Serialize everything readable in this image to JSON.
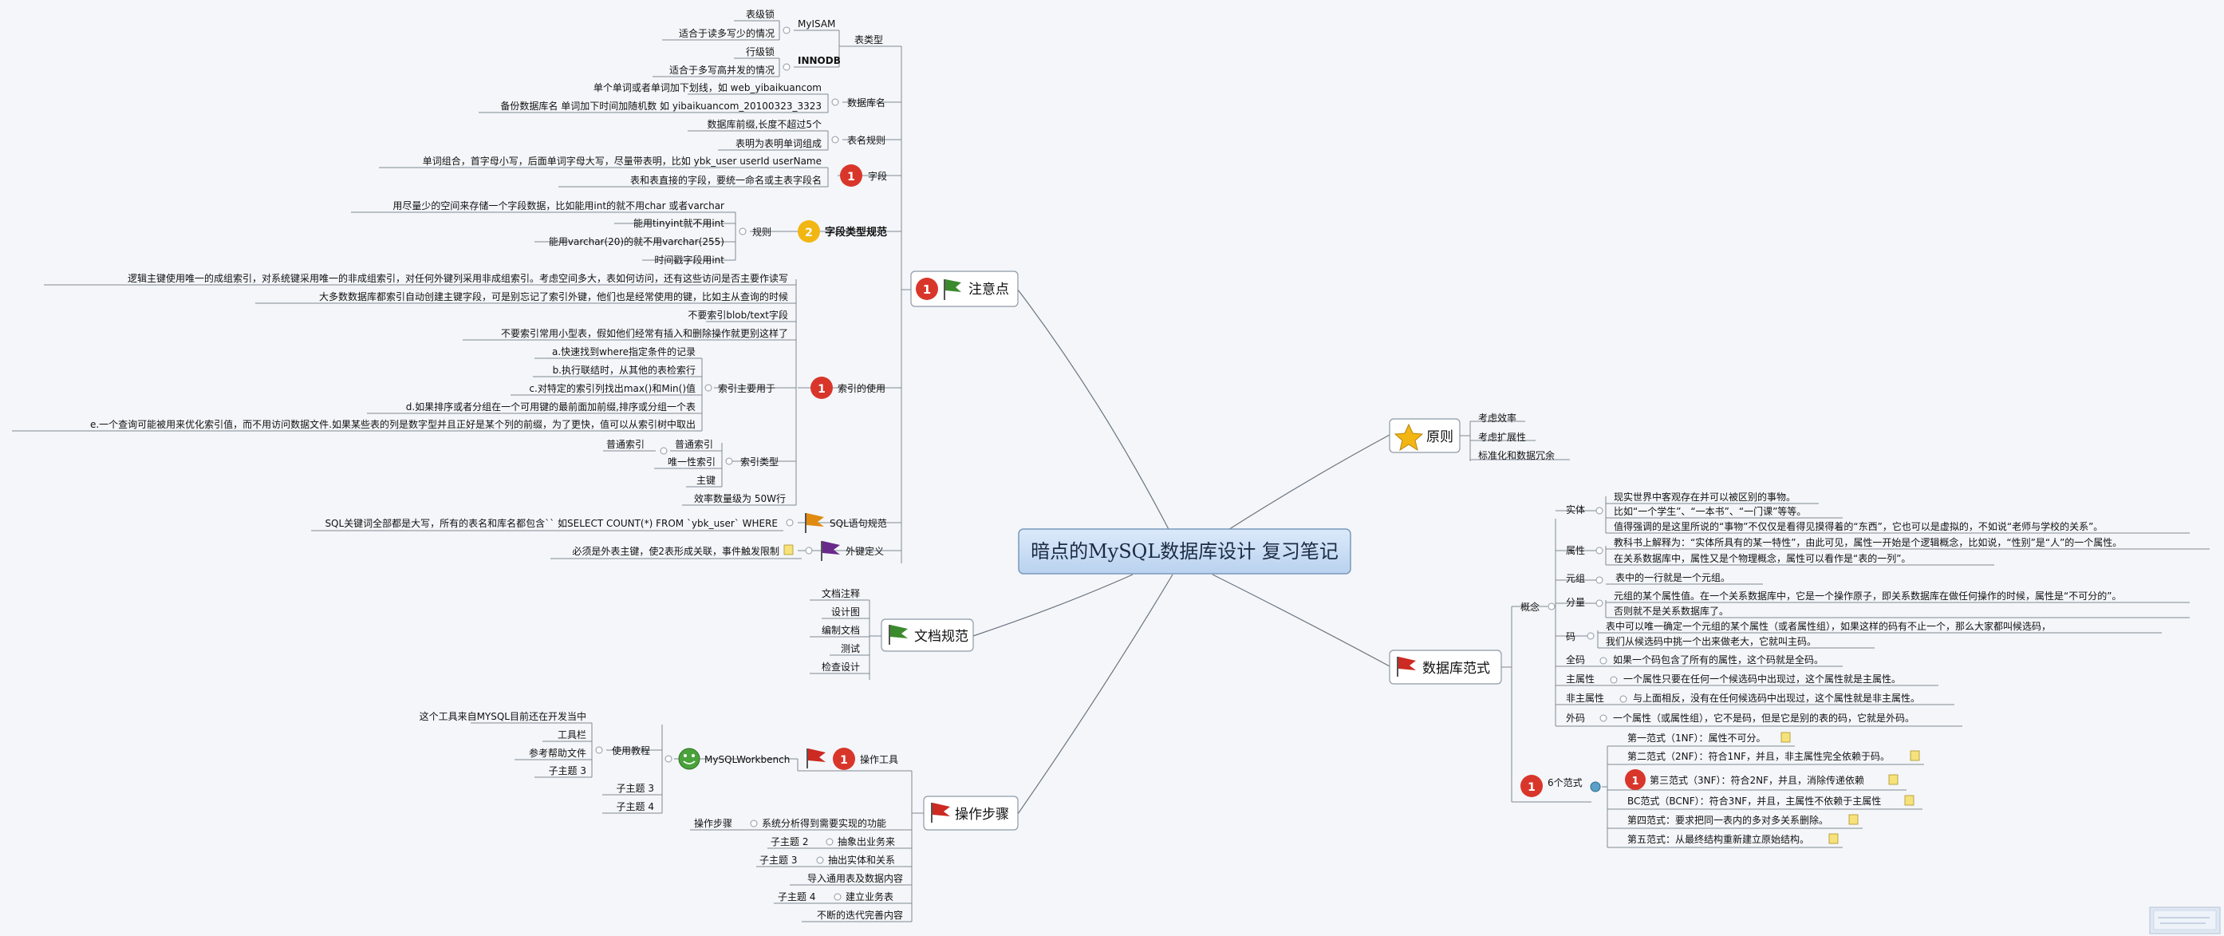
{
  "center": {
    "title": "暗点的MySQL数据库设计 复习笔记"
  },
  "left": {
    "zhuyidian": {
      "title": "注意点",
      "biaoleixing": {
        "label": "表类型",
        "myisam": {
          "label": "MyISAM",
          "items": [
            "表级锁",
            "适合于读多写少的情况"
          ]
        },
        "innodb": {
          "label": "INNODB",
          "items": [
            "行级锁",
            "适合于多写高并发的情况"
          ]
        }
      },
      "shujukuming": {
        "label": "数据库名",
        "items": [
          "单个单词或者单词加下划线，如 web_yibaikuancom",
          "备份数据库名 单词加下时间加随机数 如 yibaikuancom_20100323_3323"
        ]
      },
      "biaomingguize": {
        "label": "表名规则",
        "items": [
          "数据库前缀,长度不超过5个",
          "表明为表明单词组成"
        ]
      },
      "ziduan": {
        "label": "字段",
        "items": [
          "单词组合，首字母小写，后面单词字母大写，尽量带表明，比如 ybk_user userId userName",
          "表和表直接的字段，要统一命名或主表字段名"
        ]
      },
      "zdlxgf": {
        "label": "字段类型规范",
        "guize": "规则",
        "top": "用尽量少的空间来存储一个字段数据，比如能用int的就不用char 或者varchar",
        "items": [
          "能用tinyint就不用int",
          "能用varchar(20)的就不用varchar(255)",
          "时间戳字段用int"
        ]
      },
      "suoyin": {
        "label": "索引的使用",
        "top": [
          "逻辑主键使用唯一的成组索引，对系统键采用唯一的非成组索引，对任何外键列采用非成组索引。考虑空间多大，表如何访问，还有这些访问是否主要作读写",
          "大多数数据库都索引自动创建主键字段，可是别忘记了索引外键，他们也是经常使用的键，比如主从查询的时候",
          "不要索引blob/text字段",
          "不要索引常用小型表，假如他们经常有插入和删除操作就更别这样了"
        ],
        "zhuyaoyongyu": {
          "label": "索引主要用于",
          "items": [
            "a.快速找到where指定条件的记录",
            "b.执行联结时，从其他的表检索行",
            "c.对特定的索引列找出max()和Min()值",
            "d.如果排序或者分组在一个可用键的最前面加前缀,排序或分组一个表",
            "e.一个查询可能被用来优化索引值，而不用访问数据文件.如果某些表的列是数字型并且正好是某个列的前缀，为了更快，值可以从索引树中取出"
          ]
        },
        "leixing": {
          "label": "索引类型",
          "normal": {
            "label": "普通索引",
            "child": "普通索引"
          },
          "items": [
            "唯一性索引",
            "主键"
          ]
        },
        "count": "效率数量级为 50W行"
      },
      "sqlyuju": {
        "label": "SQL语句规范",
        "text": "SQL关键词全部都是大写，所有的表名和库名都包含`` 如SELECT COUNT(*) FROM `ybk_user` WHERE"
      },
      "waijian": {
        "label": "外键定义",
        "text": "必须是外表主键，使2表形成关联，事件触发限制"
      }
    },
    "wendang": {
      "title": "文档规范",
      "items": [
        "文档注释",
        "设计图",
        "编制文档",
        "测试",
        "检查设计"
      ]
    },
    "caozuo": {
      "title": "操作步骤",
      "gongju": {
        "label": "操作工具",
        "workbench": {
          "label": "MySQLWorkbench",
          "jiaocheng": {
            "label": "使用教程",
            "items": [
              "这个工具来自MYSQL目前还在开发当中",
              "工具栏",
              "参考帮助文件",
              "子主题 3"
            ]
          },
          "extra": [
            "子主题 3",
            "子主题 4"
          ]
        }
      },
      "steps": [
        {
          "k": "操作步骤",
          "v": "系统分析得到需要实现的功能"
        },
        {
          "k": "子主题 2",
          "v": "抽象出业务来"
        },
        {
          "k": "子主题 3",
          "v": "抽出实体和关系"
        },
        {
          "k": "",
          "v": "导入通用表及数据内容"
        },
        {
          "k": "子主题 4",
          "v": "建立业务表"
        },
        {
          "k": "",
          "v": "不断的迭代完善内容"
        }
      ]
    }
  },
  "right": {
    "yuanze": {
      "title": "原则",
      "items": [
        "考虑效率",
        "考虑扩展性",
        "标准化和数据冗余"
      ]
    },
    "fanshi": {
      "title": "数据库范式",
      "gainian": {
        "label": "概念",
        "items": [
          {
            "k": "实体",
            "v": [
              "现实世界中客观存在并可以被区别的事物。",
              "比如“一个学生”、“一本书”、“一门课”等等。",
              "值得强调的是这里所说的“事物”不仅仅是看得见摸得着的“东西”，它也可以是虚拟的，不如说“老师与学校的关系”。"
            ]
          },
          {
            "k": "属性",
            "v": [
              "教科书上解释为：“实体所具有的某一特性”，由此可见，属性一开始是个逻辑概念，比如说，“性别”是“人”的一个属性。",
              "在关系数据库中，属性又是个物理概念，属性可以看作是“表的一列”。"
            ]
          },
          {
            "k": "元组",
            "v": [
              "表中的一行就是一个元组。"
            ]
          },
          {
            "k": "分量",
            "v": [
              "元组的某个属性值。在一个关系数据库中，它是一个操作原子，即关系数据库在做任何操作的时候，属性是“不可分的”。",
              "否则就不是关系数据库了。"
            ]
          },
          {
            "k": "码",
            "v": [
              "表中可以唯一确定一个元组的某个属性（或者属性组），如果这样的码有不止一个，那么大家都叫候选码，",
              "我们从候选码中挑一个出来做老大，它就叫主码。"
            ]
          },
          {
            "k": "全码",
            "v": [
              "如果一个码包含了所有的属性，这个码就是全码。"
            ]
          },
          {
            "k": "主属性",
            "v": [
              "一个属性只要在任何一个候选码中出现过，这个属性就是主属性。"
            ]
          },
          {
            "k": "非主属性",
            "v": [
              "与上面相反，没有在任何候选码中出现过，这个属性就是非主属性。"
            ]
          },
          {
            "k": "外码",
            "v": [
              "一个属性（或属性组），它不是码，但是它是别的表的码，它就是外码。"
            ]
          }
        ]
      },
      "nf": {
        "label": "6个范式",
        "items": [
          "第一范式（1NF）：属性不可分。",
          "第二范式（2NF）：符合1NF，并且，非主属性完全依赖于码。",
          "第三范式（3NF）：符合2NF，并且，消除传递依赖",
          "BC范式（BCNF）：符合3NF，并且，主属性不依赖于主属性",
          "第四范式：要求把同一表内的多对多关系删除。",
          "第五范式：从最终结构重新建立原始结构。"
        ]
      }
    }
  },
  "colors": {
    "background": "#f4f6f9",
    "center_fill": "#c9def4",
    "line": "#6a7480",
    "badge_red": "#d9362b",
    "badge_gold": "#f2b613",
    "flag_green": "#3b8a2e",
    "flag_red": "#cc2a22",
    "flag_orange": "#e08a10",
    "flag_purple": "#6a2a8a"
  }
}
